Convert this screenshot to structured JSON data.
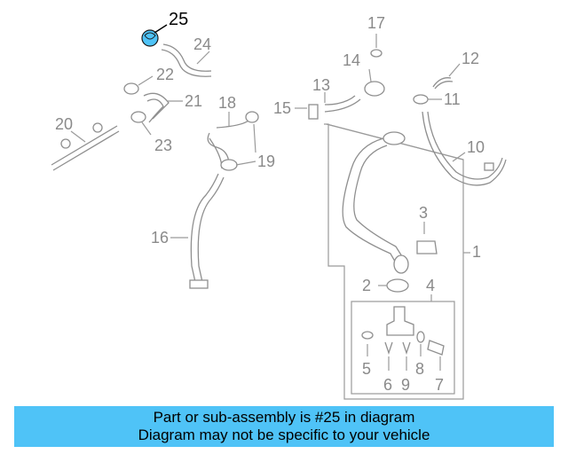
{
  "diagram": {
    "highlight_color": "#4fc3f7",
    "highlighted_part": "25",
    "callouts": [
      "1",
      "2",
      "3",
      "4",
      "5",
      "6",
      "7",
      "8",
      "9",
      "10",
      "11",
      "12",
      "13",
      "14",
      "15",
      "16",
      "17",
      "18",
      "19",
      "20",
      "21",
      "22",
      "23",
      "24",
      "25"
    ]
  },
  "caption": {
    "line1": "Part or sub-assembly is #25 in diagram",
    "line2": "Diagram may not be specific to your vehicle"
  }
}
